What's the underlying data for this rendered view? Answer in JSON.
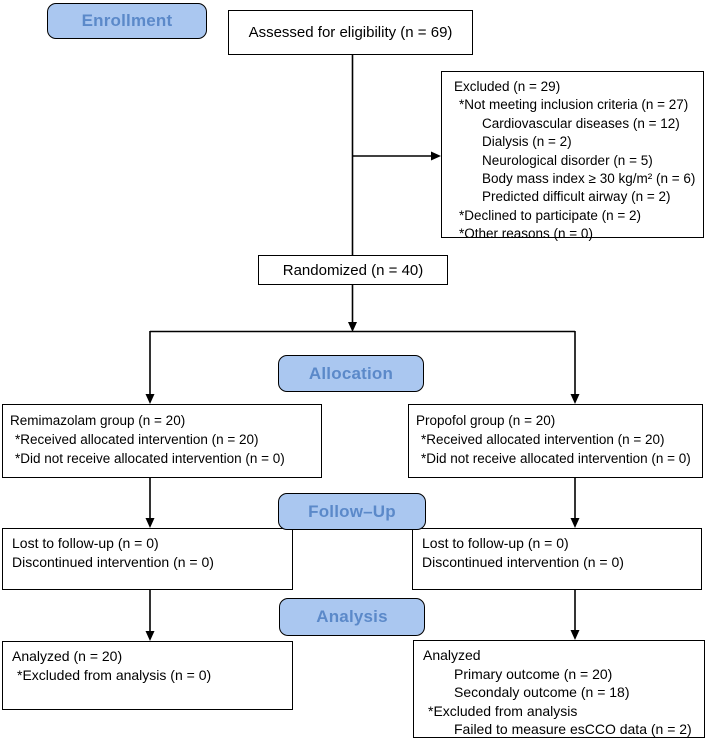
{
  "stage_labels": {
    "enrollment": "Enrollment",
    "allocation": "Allocation",
    "follow_up": "Follow–Up",
    "analysis": "Analysis"
  },
  "boxes": {
    "assessed": {
      "text": "Assessed for eligibility (n = 69)"
    },
    "excluded": {
      "lines": [
        "Excluded (n = 29)",
        "*Not meeting inclusion criteria (n = 27)",
        "Cardiovascular diseases (n = 12)",
        "Dialysis (n = 2)",
        "Neurological disorder (n = 5)",
        "Body mass index ≥ 30 kg/m² (n = 6)",
        "Predicted difficult airway (n = 2)",
        "*Declined to participate (n = 2)",
        "*Other reasons (n = 0)"
      ]
    },
    "randomized": {
      "text": "Randomized (n = 40)"
    },
    "remimazolam": {
      "lines": [
        "Remimazolam group (n = 20)",
        "*Received allocated intervention (n = 20)",
        "*Did not receive allocated intervention (n = 0)"
      ]
    },
    "propofol": {
      "lines": [
        "Propofol group (n = 20)",
        "*Received allocated intervention (n = 20)",
        "*Did not receive allocated intervention (n = 0)"
      ]
    },
    "followup_left": {
      "lines": [
        "Lost to follow-up (n = 0)",
        "Discontinued intervention (n = 0)"
      ]
    },
    "followup_right": {
      "lines": [
        "Lost to follow-up (n = 0)",
        "Discontinued intervention (n = 0)"
      ]
    },
    "analysis_left": {
      "lines": [
        "Analyzed (n = 20)",
        "*Excluded from analysis (n = 0)"
      ]
    },
    "analysis_right": {
      "lines": [
        "Analyzed",
        "Primary outcome (n = 20)",
        "Secondaly outcome (n = 18)",
        "*Excluded from analysis",
        "Failed to measure esCCO data (n = 2)"
      ]
    }
  },
  "colors": {
    "stage_fill": "#aac7f0",
    "stage_text": "#5b89c9",
    "box_border": "#000000",
    "line_color": "#000000",
    "background": "#ffffff"
  }
}
